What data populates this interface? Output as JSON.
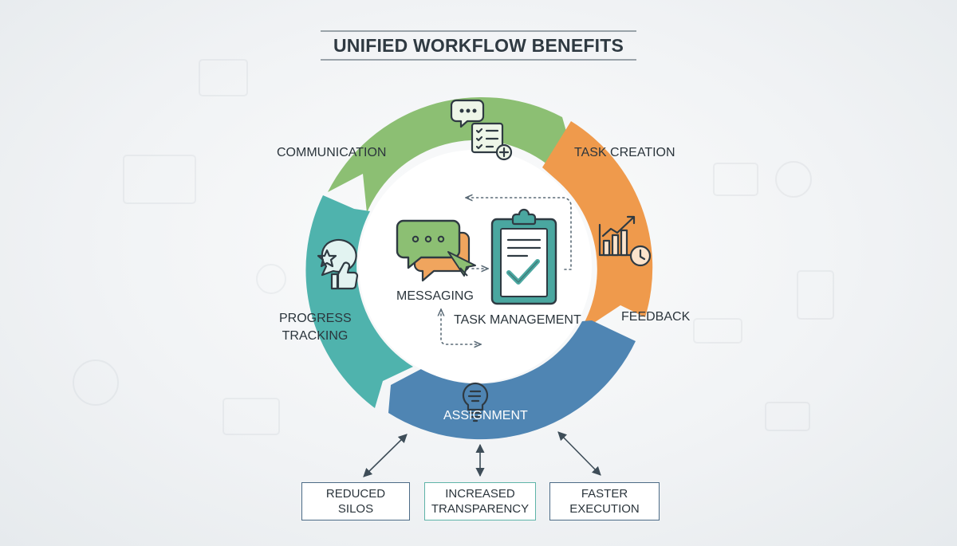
{
  "title": "UNIFIED WORKFLOW BENEFITS",
  "cycle": {
    "communication": "COMMUNICATION",
    "task_creation": "TASK CREATION",
    "feedback": "FEEDBACK",
    "assignment": "ASSIGNMENT",
    "progress_tracking_line1": "PROGRESS",
    "progress_tracking_line2": "TRACKING"
  },
  "center": {
    "messaging": "MESSAGING",
    "task_management": "TASK MANAGEMENT"
  },
  "benefits": [
    {
      "line1": "REDUCED",
      "line2": "SILOS"
    },
    {
      "line1": "INCREASED",
      "line2": "TRANSPARENCY"
    },
    {
      "line1": "FASTER",
      "line2": "EXECUTION"
    }
  ],
  "colors": {
    "communication": "#8cbf73",
    "task_creation": "#ef9a4c",
    "assignment": "#4f85b3",
    "progress_tracking": "#4fb3ad",
    "icon_stroke": "#2f3a42",
    "clipboard": "#4aa7a0"
  },
  "icons": {
    "top": "chat-checklist-icon",
    "right": "chart-clock-icon",
    "left": "star-thumbs-up-icon",
    "bottom": "lightbulb-icon",
    "messaging": "chat-bubbles-icon",
    "task_management": "clipboard-check-icon"
  }
}
